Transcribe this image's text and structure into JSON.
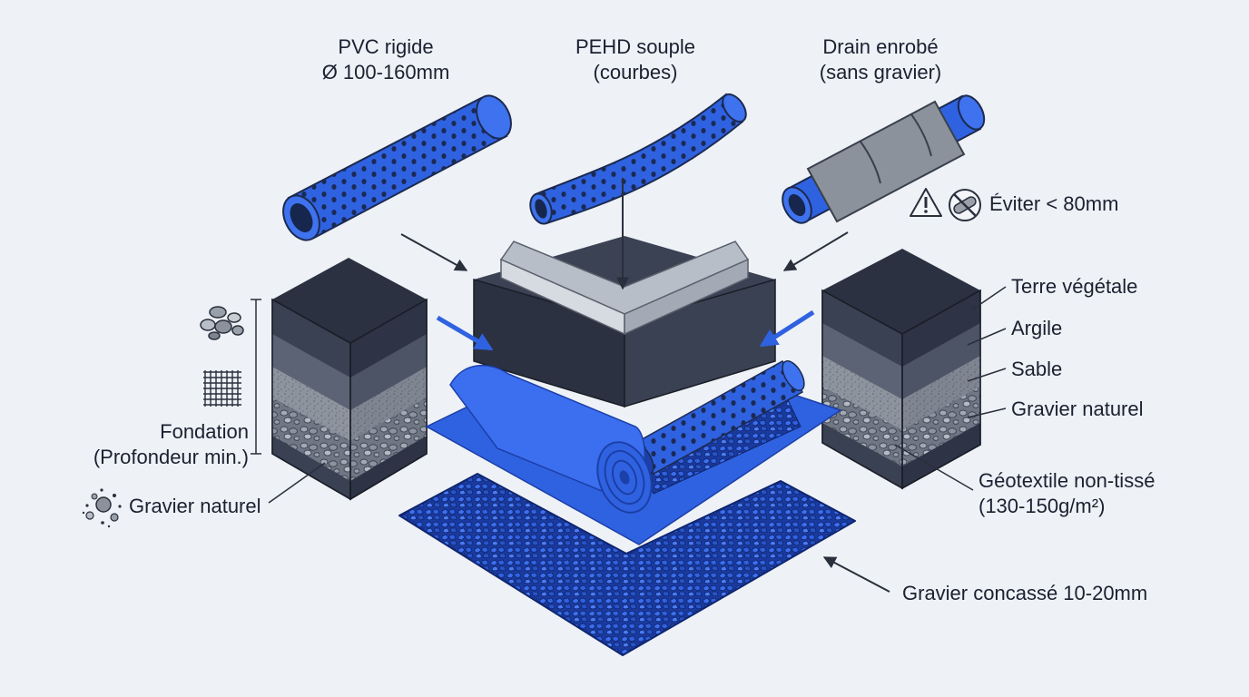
{
  "pipes": {
    "pvc": {
      "line1": "PVC rigide",
      "line2": "Ø 100-160mm"
    },
    "pehd": {
      "line1": "PEHD souple",
      "line2": "(courbes)"
    },
    "drain": {
      "line1": "Drain enrobé",
      "line2": "(sans gravier)"
    }
  },
  "warning": {
    "text": "Éviter < 80mm",
    "icons": [
      "warning-icon",
      "no-small-pipe-icon"
    ]
  },
  "layers_right": [
    "Terre végétale",
    "Argile",
    "Sable",
    "Gravier naturel"
  ],
  "geotextile": {
    "line1": "Géotextile non-tissé",
    "line2": "(130-150g/m²)"
  },
  "crushed_gravel": "Gravier concassé 10-20mm",
  "foundation": {
    "line1": "Fondation",
    "line2": "(Profondeur min.)",
    "icons": [
      "stones-icon",
      "mesh-icon"
    ]
  },
  "natural_gravel_left": {
    "text": "Gravier naturel",
    "icon": "gravel-dots-icon"
  },
  "colors": {
    "blue": "#2f62e0",
    "blue_dark": "#1c3fa8",
    "dark_block": "#353c4c",
    "top_block": "#2b3140",
    "gray_pipe": "#8b929c",
    "background": "#eef1f6"
  }
}
